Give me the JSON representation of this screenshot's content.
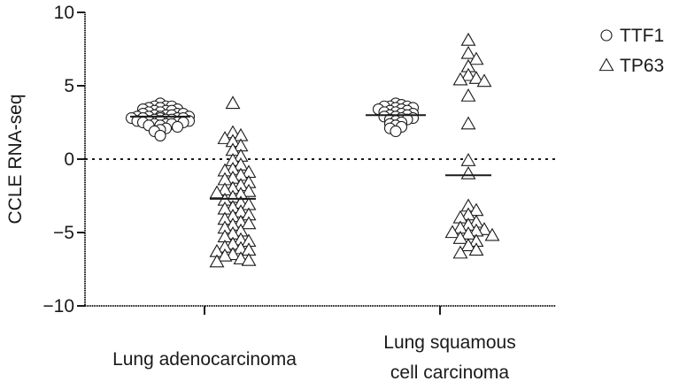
{
  "chart_data": {
    "type": "scatter",
    "ylabel": "CCLE RNA-seq",
    "ylim": [
      -10,
      10
    ],
    "yticks": [
      10,
      5,
      0,
      -5,
      -10
    ],
    "ytick_labels": [
      "10",
      "5",
      "0",
      "−5",
      "−10"
    ],
    "reference_line": 0,
    "groups": [
      {
        "label_lines": [
          "Lung adenocarcinoma"
        ]
      },
      {
        "label_lines": [
          "Lung squamous",
          "cell carcinoma"
        ]
      }
    ],
    "legend_position": "top-right",
    "series": [
      {
        "name": "TTF1",
        "marker": "circle",
        "groups": [
          {
            "median": 2.9,
            "values": [
              3.5,
              3.4,
              3.6,
              3.3,
              3.5,
              3.8,
              3.4,
              3.2,
              3.6,
              3.3,
              3.1,
              3.0,
              3.2,
              3.1,
              3.0,
              2.9,
              3.0,
              2.8,
              3.1,
              2.9,
              2.8,
              2.9,
              2.7,
              2.8,
              2.6,
              2.9,
              2.8,
              2.7,
              2.6,
              2.8,
              2.5,
              2.7,
              2.6,
              2.5,
              2.4,
              2.6,
              2.5,
              2.3,
              2.4,
              2.2,
              2.3,
              2.4,
              2.1,
              1.9,
              2.0,
              1.6,
              3.3,
              3.6
            ]
          },
          {
            "median": 3.0,
            "values": [
              3.7,
              3.6,
              3.5,
              3.8,
              3.6,
              3.4,
              3.3,
              3.5,
              3.2,
              3.4,
              3.1,
              3.3,
              3.0,
              3.2,
              2.9,
              3.1,
              3.0,
              2.8,
              2.9,
              2.7,
              2.8,
              2.6,
              2.5,
              2.7,
              2.4,
              2.3,
              2.1,
              2.2,
              1.9,
              3.6
            ]
          }
        ]
      },
      {
        "name": "TP63",
        "marker": "triangle",
        "groups": [
          {
            "median": -2.7,
            "values": [
              3.8,
              1.8,
              1.6,
              1.4,
              1.2,
              0.9,
              0.6,
              0.2,
              -0.1,
              -0.4,
              -0.7,
              -0.9,
              -1.1,
              -1.3,
              -1.4,
              -1.6,
              -1.8,
              -2.0,
              -2.1,
              -2.3,
              -2.4,
              -2.6,
              -2.8,
              -3.0,
              -3.1,
              -3.3,
              -3.4,
              -3.6,
              -3.8,
              -3.9,
              -4.1,
              -4.3,
              -4.5,
              -4.7,
              -4.9,
              -5.1,
              -5.3,
              -5.5,
              -5.6,
              -5.8,
              -6.0,
              -6.1,
              -6.3,
              -6.5,
              -6.6,
              -6.8,
              -6.9,
              -7.0,
              -6.2,
              -4.4,
              -2.2,
              -0.8
            ]
          },
          {
            "median": -1.1,
            "values": [
              8.1,
              7.2,
              6.8,
              6.3,
              5.7,
              5.5,
              5.4,
              5.3,
              4.3,
              2.4,
              -0.1,
              -1.0,
              -3.2,
              -3.5,
              -3.8,
              -4.0,
              -4.3,
              -4.5,
              -4.7,
              -4.9,
              -5.0,
              -5.2,
              -5.4,
              -5.6,
              -5.9,
              -6.2,
              -6.4,
              -4.8,
              -5.1
            ]
          }
        ]
      }
    ]
  }
}
